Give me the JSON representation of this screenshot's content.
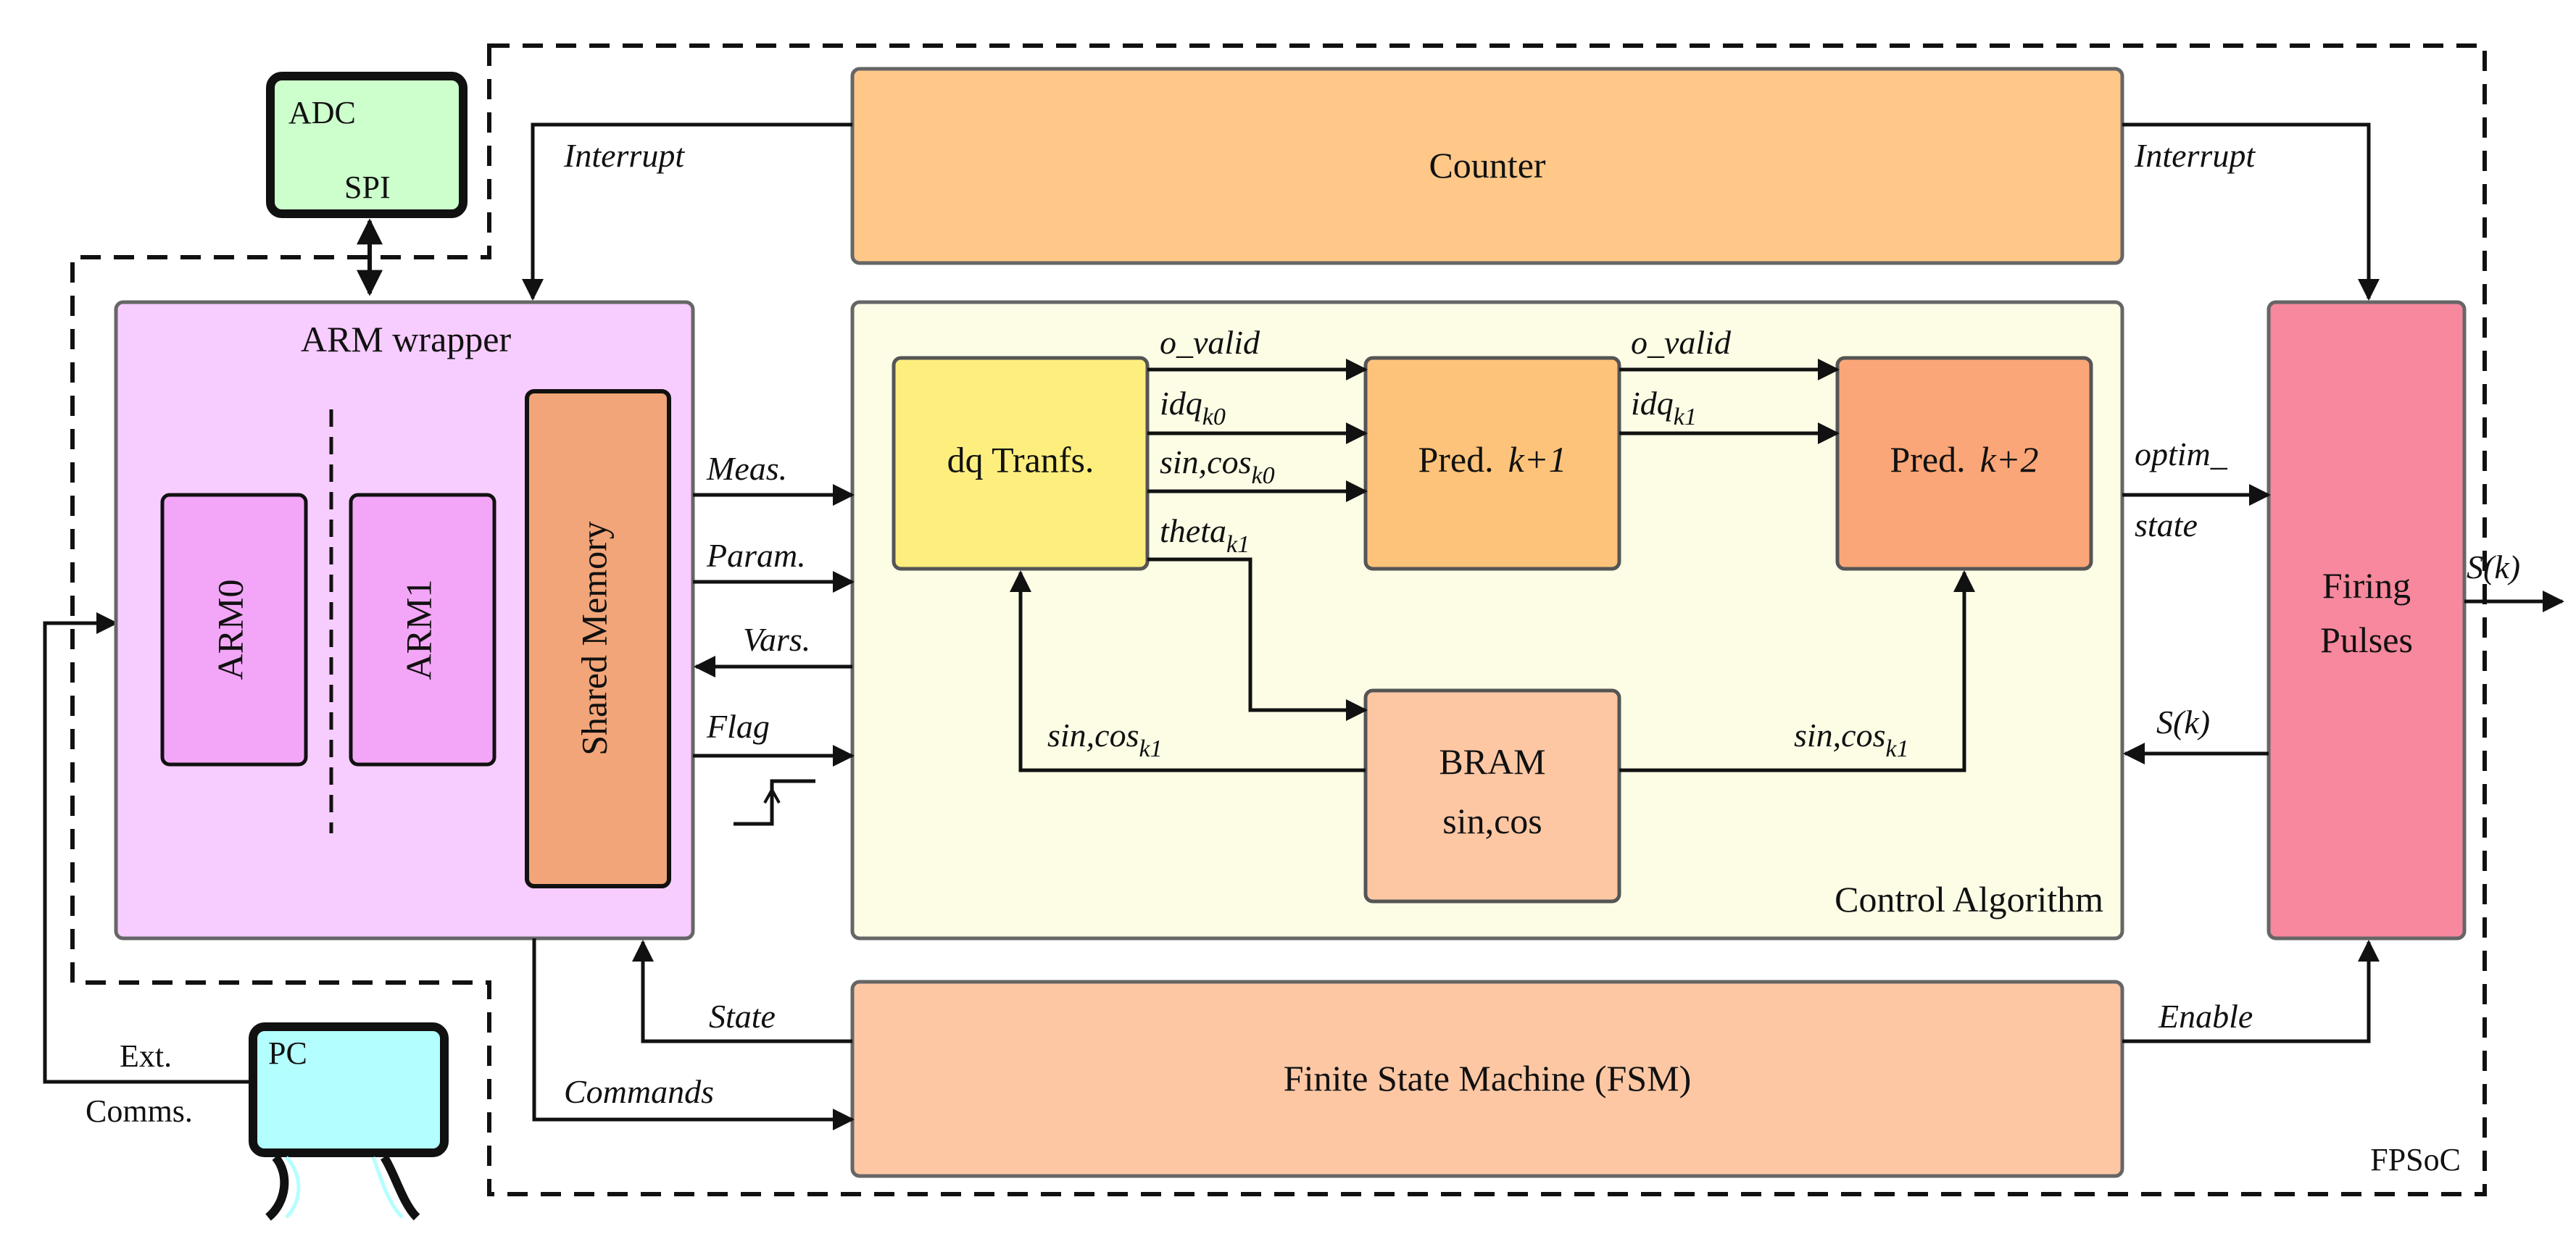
{
  "blocks": {
    "adc": {
      "title": "ADC",
      "port": "SPI"
    },
    "pc": {
      "title": "PC"
    },
    "counter": {
      "title": "Counter"
    },
    "arm_wrapper": {
      "title": "ARM wrapper"
    },
    "arm0": {
      "title": "ARM0"
    },
    "arm1": {
      "title": "ARM1"
    },
    "shared_memory": {
      "title": "Shared Memory"
    },
    "dq": {
      "title": "dq Tranfs."
    },
    "pred1": {
      "title": "Pred.",
      "step": "k+1"
    },
    "pred2": {
      "title": "Pred.",
      "step": "k+2"
    },
    "bram": {
      "line1": "BRAM",
      "line2": "sin,cos"
    },
    "control_algorithm": {
      "title": "Control Algorithm"
    },
    "firing_pulses": {
      "line1": "Firing",
      "line2": "Pulses"
    },
    "fsm": {
      "title": "Finite State Machine (FSM)"
    },
    "fpsoc": {
      "title": "FPSoC"
    }
  },
  "signals": {
    "interrupt_left": "Interrupt",
    "interrupt_right": "Interrupt",
    "meas": "Meas.",
    "param": "Param.",
    "vars": "Vars.",
    "flag": "Flag",
    "o_valid_1": "o_valid",
    "o_valid_2": "o_valid",
    "idq_k0": {
      "base": "idq",
      "sub": "k0"
    },
    "idq_k1": {
      "base": "idq",
      "sub": "k1"
    },
    "sincos_k0": {
      "base": "sin,cos",
      "sub": "k0"
    },
    "theta_k1": {
      "base": "theta",
      "sub": "k1"
    },
    "sincos_k1_left": {
      "base": "sin,cos",
      "sub": "k1"
    },
    "sincos_k1_right": {
      "base": "sin,cos",
      "sub": "k1"
    },
    "optim_state_1": "optim_",
    "optim_state_2": "state",
    "s_k_out": "S(k)",
    "s_k_in": "S(k)",
    "state": "State",
    "commands": "Commands",
    "enable": "Enable",
    "ext": "Ext.",
    "comms": "Comms."
  },
  "colors": {
    "adc": "#ccffcc",
    "pc": "#b3ffff",
    "counter": "#ffc888",
    "arm_wrapper": "#f7ccff",
    "arm_core": "#f3a6f7",
    "shared_memory": "#f2a578",
    "control_algorithm": "#fdfde6",
    "dq": "#fdee7e",
    "pred1": "#fdc37a",
    "pred2": "#fba678",
    "bram": "#fdc7a4",
    "firing_pulses": "#f7889e",
    "fsm": "#fdc7a4",
    "stroke": "#555555"
  }
}
